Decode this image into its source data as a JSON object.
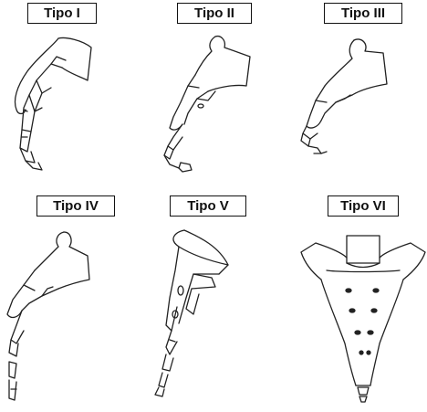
{
  "figure": {
    "panels": [
      {
        "id": "tipo-1",
        "label": "Tipo I"
      },
      {
        "id": "tipo-2",
        "label": "Tipo II"
      },
      {
        "id": "tipo-3",
        "label": "Tipo III"
      },
      {
        "id": "tipo-4",
        "label": "Tipo IV"
      },
      {
        "id": "tipo-5",
        "label": "Tipo V"
      },
      {
        "id": "tipo-6",
        "label": "Tipo VI"
      }
    ]
  }
}
